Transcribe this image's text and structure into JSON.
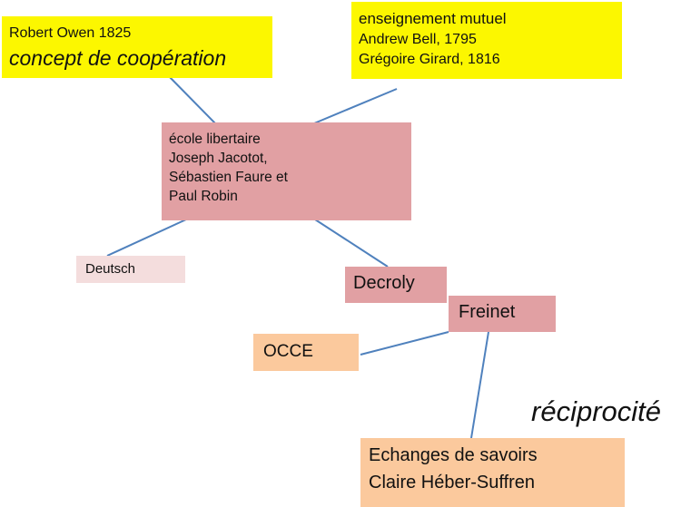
{
  "diagram": {
    "nodes": {
      "owen": {
        "lines": [
          "Robert Owen 1825",
          "concept de coopération"
        ],
        "color": "#fcf700"
      },
      "mutuel": {
        "lines": [
          "enseignement mutuel",
          "Andrew Bell, 1795",
          "Grégoire Girard, 1816"
        ],
        "color": "#fcf700"
      },
      "libertaire": {
        "lines": [
          "école libertaire",
          "Joseph Jacotot,",
          "Sébastien Faure et",
          "Paul Robin"
        ],
        "color": "#e1a0a3"
      },
      "deutsch": {
        "label": "Deutsch",
        "color": "#f4dddd"
      },
      "decroly": {
        "label": "Decroly",
        "color": "#e1a0a3"
      },
      "freinet": {
        "label": "Freinet",
        "color": "#e1a0a3"
      },
      "occe": {
        "label": "OCCE",
        "color": "#fbc99d"
      },
      "echanges": {
        "lines": [
          "Echanges de savoirs",
          "Claire Héber-Suffren"
        ],
        "color": "#fbc99d"
      }
    },
    "annotation": "réciprocité",
    "connector_color": "#4f81bd",
    "edges": [
      [
        "owen",
        "libertaire"
      ],
      [
        "mutuel",
        "libertaire"
      ],
      [
        "libertaire",
        "deutsch"
      ],
      [
        "libertaire",
        "decroly"
      ],
      [
        "freinet",
        "occe"
      ],
      [
        "freinet",
        "echanges"
      ]
    ]
  }
}
